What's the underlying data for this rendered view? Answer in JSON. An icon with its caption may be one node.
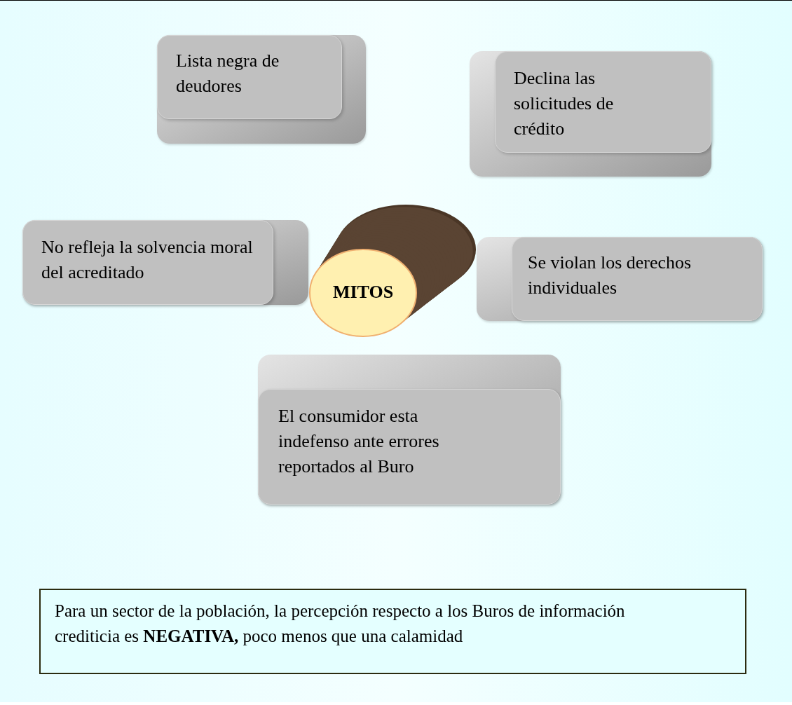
{
  "diagram": {
    "nodes": [
      {
        "text": [
          "Lista negra de deudores"
        ]
      },
      {
        "text": [
          "Declina las solicitudes de crédito"
        ]
      },
      {
        "text": [
          "No refleja la solvencia moral del acreditado"
        ]
      },
      {
        "text": [
          "MITOS"
        ]
      },
      {
        "text": [
          "Se violan los derechos individuales"
        ]
      },
      {
        "text": [
          "El consumidor esta indefenso ante errores reportados al Buro"
        ]
      },
      {
        "text": [
          "Para un sector de la población, la percepción respecto a los Buros de información crediticia es **NEGATIVA,** poco menos que una calamidad"
        ]
      }
    ]
  }
}
